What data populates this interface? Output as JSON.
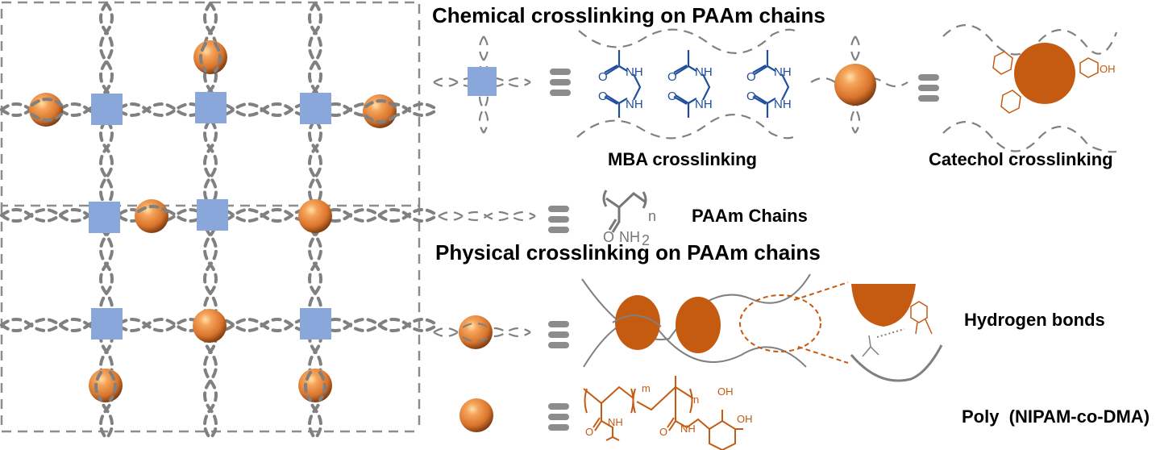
{
  "titles": {
    "chemical": "Chemical crosslinking on PAAm chains",
    "physical": "Physical crosslinking on PAAm chains"
  },
  "labels": {
    "mba": "MBA crosslinking",
    "catechol": "Catechol crosslinking",
    "paam": "PAAm Chains",
    "hbonds": "Hydrogen bonds",
    "polymer": "Poly  (NIPAM-co-DMA)"
  },
  "chem_text": {
    "nh": "NH",
    "o": "O",
    "nh2": "NH",
    "sub2": "2",
    "n": "n",
    "m": "m",
    "oh": "OH"
  },
  "legend": {
    "square": "MBA crosslinker (blue square)",
    "sphere": "Poly(NIPAM-co-DMA) nanoparticle (orange sphere)"
  },
  "colors": {
    "square": "#8aa7dc",
    "sphere": "#e07b2e",
    "orange_dark": "#c55a11",
    "chain": "#808080",
    "mba_blue": "#1f4e9c"
  }
}
